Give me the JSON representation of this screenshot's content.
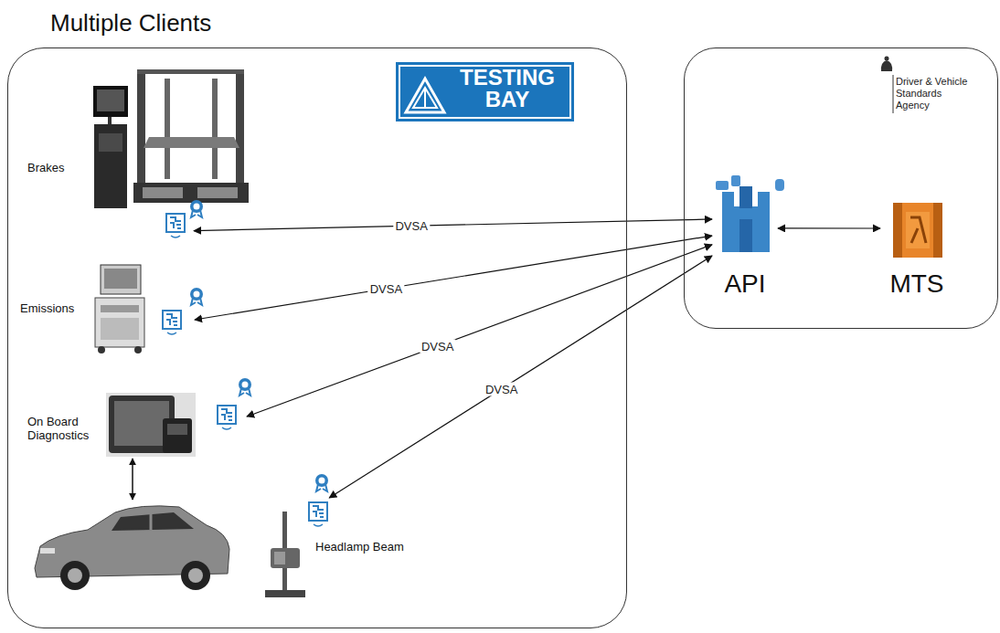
{
  "diagram": {
    "nodes": [
      {
        "text": [
          "Multiple Clients"
        ]
      },
      {
        "text": [
          "TESTING BAY"
        ],
        "in": 0
      },
      {
        "text": [
          "Brakes"
        ],
        "in": 0
      },
      {
        "text": [
          "Emissions"
        ],
        "in": 0
      },
      {
        "text": [
          "On Board Diagnostics"
        ],
        "in": 0
      },
      {
        "text": [
          "Headlamp Beam"
        ],
        "in": 0
      },
      {
        "text": [
          "Driver & Vehicle Standards Agency"
        ]
      },
      {
        "text": [
          "API"
        ],
        "in": 6
      },
      {
        "text": [
          "MTS"
        ],
        "in": 6
      }
    ],
    "edges": [
      {
        "from": 2,
        "to": 7,
        "label": "DVSA",
        "arrow": "both"
      },
      {
        "from": 3,
        "to": 7,
        "label": "DVSA",
        "arrow": "both"
      },
      {
        "from": 4,
        "to": 7,
        "label": "DVSA",
        "arrow": "both"
      },
      {
        "from": 5,
        "to": 7,
        "label": "DVSA",
        "arrow": "both"
      },
      {
        "from": 7,
        "to": 8,
        "arrow": "both"
      }
    ]
  }
}
